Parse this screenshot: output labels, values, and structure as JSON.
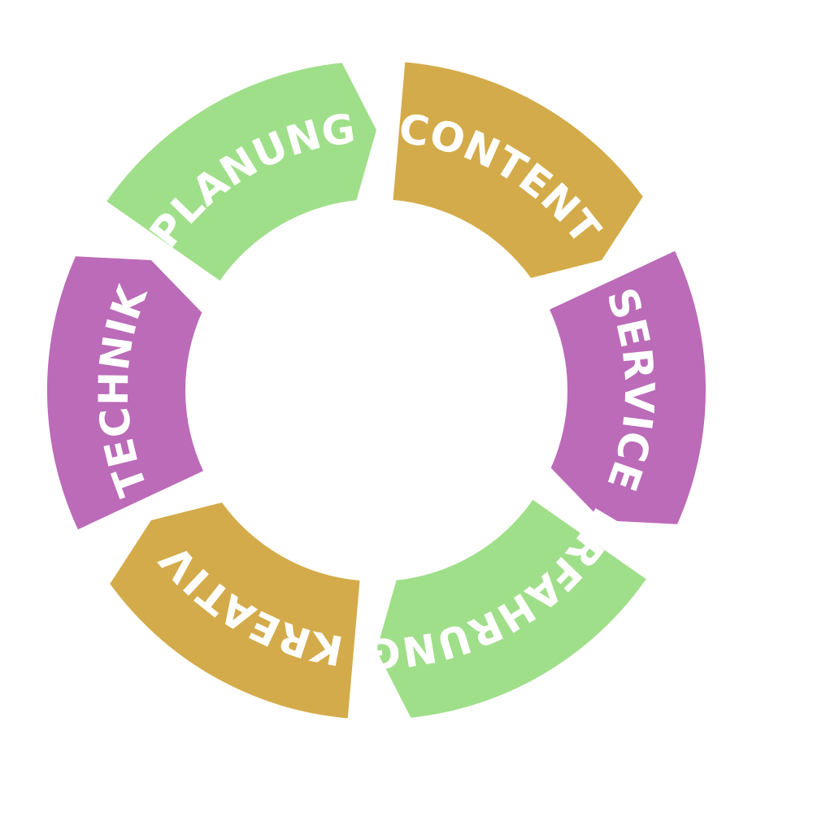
{
  "segments": [
    {
      "label": "PLANUNG",
      "color": "#a0df8a"
    },
    {
      "label": "CONTENT",
      "color": "#d4ab4a"
    },
    {
      "label": "SERVICE",
      "color": "#bb6bb8"
    },
    {
      "label": "ERFAHRUNG",
      "color": "#a0df8a"
    },
    {
      "label": "KREATIV",
      "color": "#d4ab4a"
    },
    {
      "label": "TECHNIK",
      "color": "#bb6bb8"
    }
  ]
}
